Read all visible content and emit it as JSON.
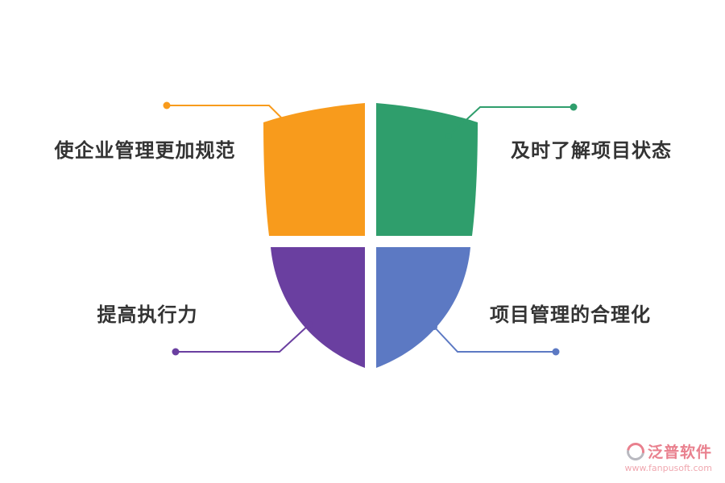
{
  "page": {
    "background": "#ffffff"
  },
  "diagram": {
    "type": "shield-infographic",
    "text_color": "#333333",
    "quadrants": [
      {
        "position": "top-left",
        "label": "使企业管理更加规范",
        "color": "#F89B1C"
      },
      {
        "position": "top-right",
        "label": "及时了解项目状态",
        "color": "#2F9E6C"
      },
      {
        "position": "bottom-left",
        "label": "提高执行力",
        "color": "#6A3FA0"
      },
      {
        "position": "bottom-right",
        "label": "项目管理的合理化",
        "color": "#5C79C3"
      }
    ]
  },
  "watermark": {
    "brand": "泛普软件",
    "url": "www.fanpusoft.com",
    "brand_color": "#E9808E",
    "url_color": "#F0A8B0"
  }
}
